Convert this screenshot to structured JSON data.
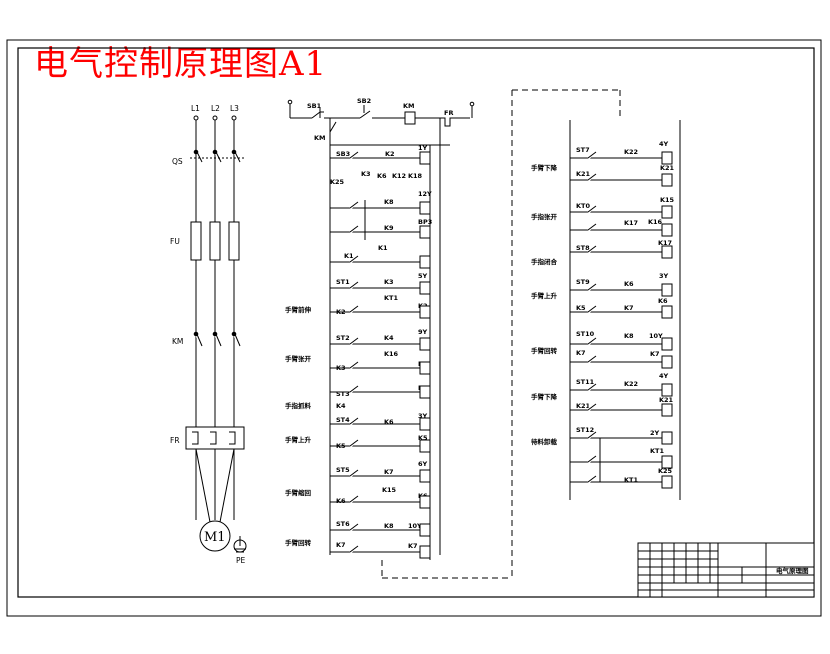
{
  "title": "电气控制原理图A1",
  "power": {
    "phases": [
      "L1",
      "L2",
      "L3"
    ],
    "qs": "QS",
    "fu": "FU",
    "km": "KM",
    "fr": "FR",
    "motor": "M1",
    "pe": "PE"
  },
  "top_row": {
    "sb1": "SB1",
    "sb2": "SB2",
    "km_coil": "KM",
    "fr": "FR",
    "km_contact": "KM"
  },
  "left_column": {
    "labels": [
      "手臂前伸",
      "手臂张开",
      "手指抓料",
      "手臂上升",
      "手臂缩回",
      "手臂回转"
    ],
    "codes": [
      "SB3",
      "K2",
      "1Y",
      "K25",
      "K3",
      "K6",
      "K12",
      "K18",
      "12Y",
      "K8",
      "K9",
      "BP3",
      "K1",
      "K1",
      "ST1",
      "K3",
      "5Y",
      "KT1",
      "K2",
      "K2",
      "ST2",
      "K4",
      "9Y",
      "K16",
      "K3",
      "K3",
      "ST3",
      "K4",
      "K4",
      "ST4",
      "K6",
      "3Y",
      "K5",
      "K5",
      "ST5",
      "K7",
      "6Y",
      "K15",
      "K6",
      "K6",
      "ST6",
      "K8",
      "10Y",
      "K7",
      "K7"
    ]
  },
  "right_column": {
    "labels": [
      "手臂下降",
      "手指张开",
      "手指闭合",
      "手臂上升",
      "手臂回转",
      "手臂下降",
      "待料卸载"
    ],
    "codes": [
      "ST7",
      "K22",
      "4Y",
      "K21",
      "K21",
      "KT0",
      "K15",
      "K17",
      "K16",
      "ST8",
      "K17",
      "ST9",
      "K6",
      "3Y",
      "K5",
      "K7",
      "K6",
      "ST10",
      "K8",
      "10Y",
      "K7",
      "K7",
      "ST11",
      "K22",
      "4Y",
      "K21",
      "K21",
      "ST12",
      "2Y",
      "KT1",
      "K25",
      "KT1"
    ]
  },
  "title_block": {
    "name": "电气原理图"
  }
}
